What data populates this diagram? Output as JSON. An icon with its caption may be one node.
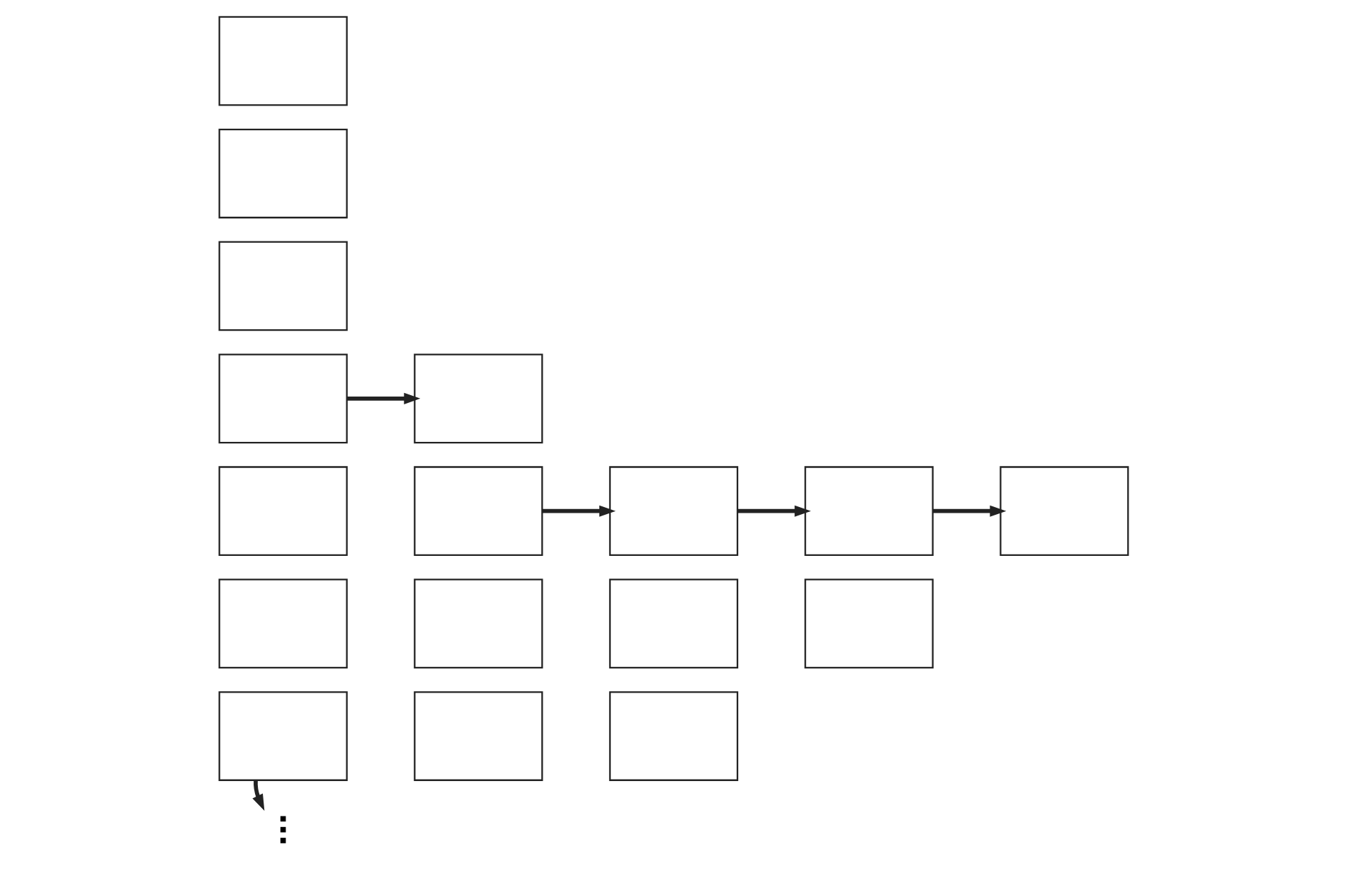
{
  "diagram": {
    "nodes": [
      {
        "text": [],
        "shape": "box"
      },
      {
        "text": [],
        "shape": "box"
      },
      {
        "text": [],
        "shape": "box"
      },
      {
        "text": [],
        "shape": "box"
      },
      {
        "text": [],
        "shape": "box"
      },
      {
        "text": [],
        "shape": "box"
      },
      {
        "text": [],
        "shape": "box"
      },
      {
        "text": [],
        "shape": "box"
      },
      {
        "text": [],
        "shape": "box"
      },
      {
        "text": [],
        "shape": "box"
      },
      {
        "text": [],
        "shape": "box"
      },
      {
        "text": [],
        "shape": "box"
      },
      {
        "text": [],
        "shape": "box"
      },
      {
        "text": [],
        "shape": "box"
      },
      {
        "text": [],
        "shape": "box"
      },
      {
        "text": [],
        "shape": "box"
      },
      {
        "text": [],
        "shape": "box"
      },
      {
        "text": [],
        "shape": "dots"
      }
    ],
    "edges": [
      {
        "from": 3,
        "to": 7,
        "arrow": "to"
      },
      {
        "from": 8,
        "to": 11,
        "arrow": "to"
      },
      {
        "from": 11,
        "to": 14,
        "arrow": "to"
      },
      {
        "from": 14,
        "to": 16,
        "arrow": "to"
      },
      {
        "from": 6,
        "to": 17,
        "arrow": "to"
      }
    ]
  }
}
